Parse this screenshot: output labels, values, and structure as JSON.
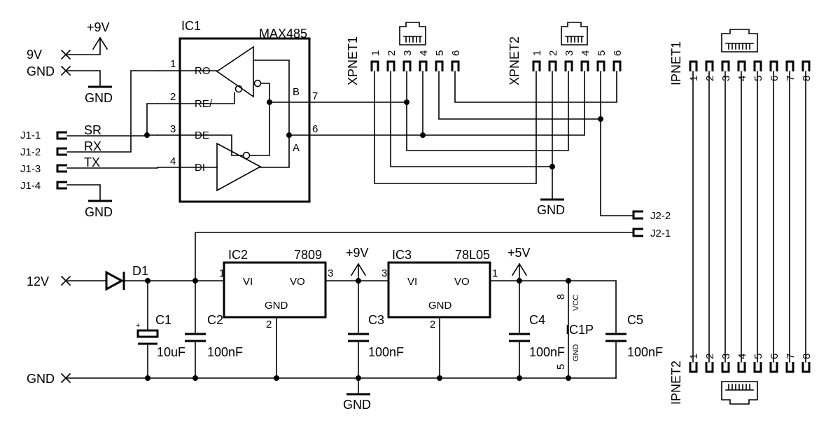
{
  "ic1": {
    "ref": "IC1",
    "part": "MAX485",
    "pins": {
      "ro": "RO",
      "re": "RE/",
      "de": "DE",
      "di": "DI",
      "a": "A",
      "b": "B"
    },
    "pin_numbers": [
      "1",
      "2",
      "3",
      "4",
      "6",
      "7"
    ]
  },
  "power_in": {
    "v9": "9V",
    "gnd": "GND",
    "plus9": "+9V"
  },
  "j1": {
    "labels": [
      "J1-1",
      "J1-2",
      "J1-3",
      "J1-4"
    ],
    "signals": [
      "SR",
      "RX",
      "TX"
    ]
  },
  "gnd_label": "GND",
  "xpnet1": {
    "ref": "XPNET1",
    "pins": [
      "1",
      "2",
      "3",
      "4",
      "5",
      "6"
    ]
  },
  "xpnet2": {
    "ref": "XPNET2",
    "pins": [
      "1",
      "2",
      "3",
      "4",
      "5",
      "6"
    ]
  },
  "ipnet1": {
    "ref": "IPNET1",
    "pins": [
      "1",
      "2",
      "3",
      "4",
      "5",
      "6",
      "7",
      "8"
    ]
  },
  "ipnet2": {
    "ref": "IPNET2",
    "pins": [
      "1",
      "2",
      "3",
      "4",
      "5",
      "6",
      "7",
      "8"
    ]
  },
  "j2": {
    "labels": [
      "J2-2",
      "J2-1"
    ]
  },
  "supply": {
    "in12": "12V",
    "d1": "D1",
    "c1": {
      "ref": "C1",
      "value": "10uF",
      "plus": "+"
    },
    "c2": {
      "ref": "C2",
      "value": "100nF"
    },
    "ic2": {
      "ref": "IC2",
      "part": "7809",
      "vi": "VI",
      "vo": "VO",
      "gnd": "GND",
      "pin_in": "1",
      "pin_out": "3",
      "pin_gnd": "2"
    },
    "out9": "+9V",
    "c3": {
      "ref": "C3",
      "value": "100nF"
    },
    "ic3": {
      "ref": "IC3",
      "part": "78L05",
      "vi": "VI",
      "vo": "VO",
      "gnd": "GND",
      "pin_in": "3",
      "pin_out": "1",
      "pin_gnd": "2"
    },
    "out5": "+5V",
    "c4": {
      "ref": "C4",
      "value": "100nF"
    },
    "ic1p": {
      "ref": "IC1P",
      "vcc": "VCC",
      "gnd": "GND",
      "pin_vcc": "8",
      "pin_gnd": "5"
    },
    "c5": {
      "ref": "C5",
      "value": "100nF"
    },
    "gnd_in": "GND",
    "gnd_out": "GND"
  }
}
